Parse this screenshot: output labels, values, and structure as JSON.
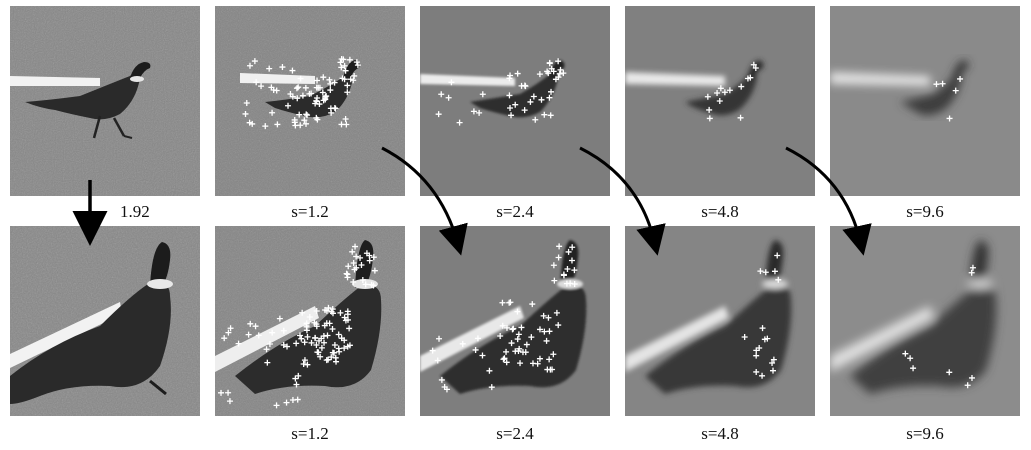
{
  "figure": {
    "top_row": {
      "original_caption": "1.92",
      "scale_labels": [
        "s=1.2",
        "s=2.4",
        "s=4.8",
        "s=9.6"
      ]
    },
    "bottom_row": {
      "scale_labels": [
        "s=1.2",
        "s=2.4",
        "s=4.8",
        "s=9.6"
      ]
    },
    "colors": {
      "marker": "#ffffff",
      "arrow": "#000000",
      "ground": "#8a8a8a",
      "bird": "#2a2a2a",
      "stripe": "#f2f2f2"
    },
    "icons": {
      "feature_marker": "plus-sign",
      "scale_arrow": "curved-arrow",
      "zoom_arrow": "down-arrow"
    }
  }
}
